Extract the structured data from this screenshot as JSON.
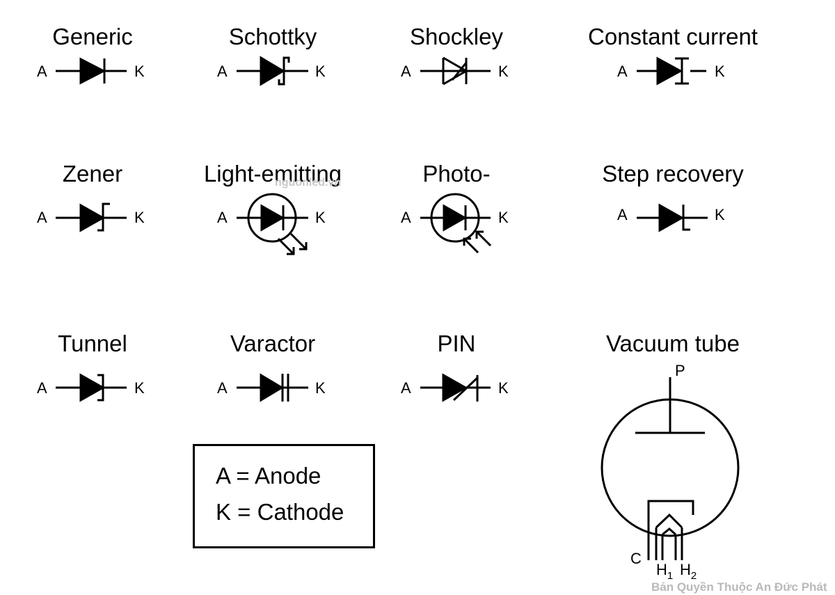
{
  "symbols": {
    "generic": {
      "title": "Generic",
      "anode": "A",
      "cathode": "K"
    },
    "schottky": {
      "title": "Schottky",
      "anode": "A",
      "cathode": "K"
    },
    "shockley": {
      "title": "Shockley",
      "anode": "A",
      "cathode": "K"
    },
    "constant_current": {
      "title": "Constant current",
      "anode": "A",
      "cathode": "K"
    },
    "zener": {
      "title": "Zener",
      "anode": "A",
      "cathode": "K"
    },
    "light_emitting": {
      "title": "Light-emitting",
      "anode": "A",
      "cathode": "K"
    },
    "photo": {
      "title": "Photo-",
      "anode": "A",
      "cathode": "K"
    },
    "step_recovery": {
      "title": "Step recovery",
      "anode": "A",
      "cathode": "K"
    },
    "tunnel": {
      "title": "Tunnel",
      "anode": "A",
      "cathode": "K"
    },
    "varactor": {
      "title": "Varactor",
      "anode": "A",
      "cathode": "K"
    },
    "pin": {
      "title": "PIN",
      "anode": "A",
      "cathode": "K"
    },
    "vacuum_tube": {
      "title": "Vacuum tube",
      "plate": "P",
      "cathode": "C",
      "heater1": "H",
      "heater1_sub": "1",
      "heater2": "H",
      "heater2_sub": "2"
    }
  },
  "legend": {
    "line1": "A = Anode",
    "line2": "K = Cathode"
  },
  "watermark": "nguonled.vn",
  "copyright": "Bản Quyền Thuộc An Đức Phát"
}
